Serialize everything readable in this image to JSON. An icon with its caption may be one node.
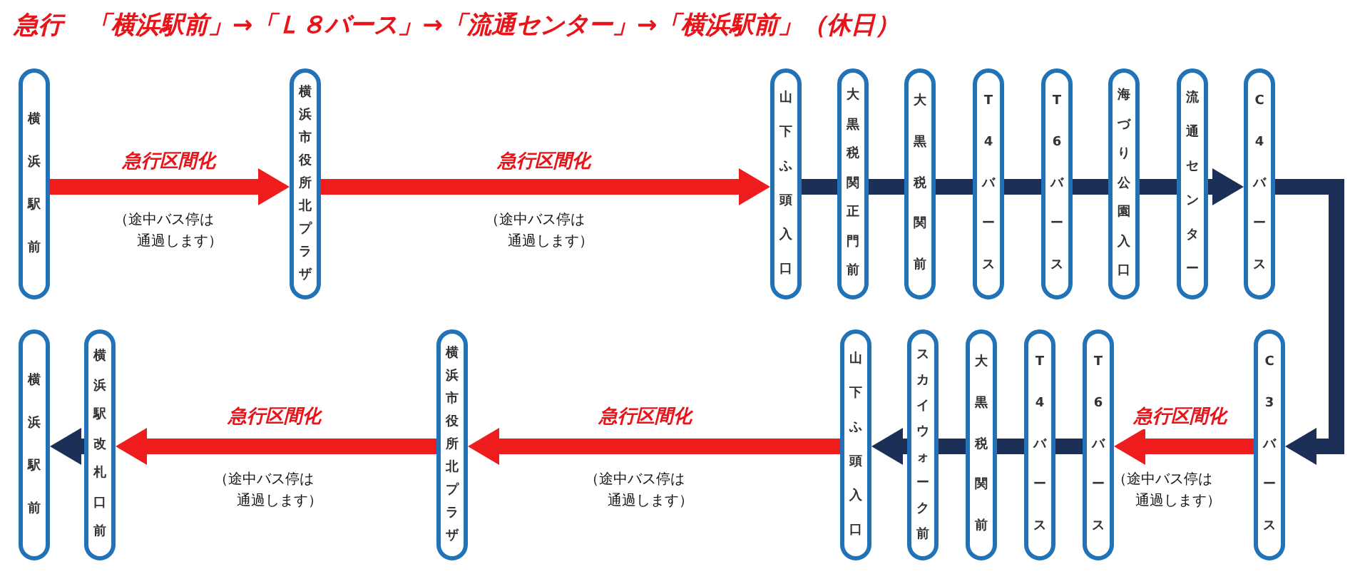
{
  "diagram": {
    "title": "急行　「横浜駅前」→「Ｌ８バース」→「流通センター」→「横浜駅前」（休日）",
    "nodes": [
      {
        "text": [
          "横浜駅前"
        ]
      },
      {
        "text": [
          "横浜市役所北プラザ"
        ]
      },
      {
        "text": [
          "山下ふ頭入口"
        ]
      },
      {
        "text": [
          "大黒税関正門前"
        ]
      },
      {
        "text": [
          "大黒税関前"
        ]
      },
      {
        "text": [
          "T4バース"
        ]
      },
      {
        "text": [
          "T6バース"
        ]
      },
      {
        "text": [
          "海づり公園入口"
        ]
      },
      {
        "text": [
          "流通センター"
        ]
      },
      {
        "text": [
          "C4バース"
        ]
      },
      {
        "text": [
          "横浜駅前"
        ]
      },
      {
        "text": [
          "横浜駅改札口前"
        ]
      },
      {
        "text": [
          "横浜市役所北プラザ"
        ]
      },
      {
        "text": [
          "山下ふ頭入口"
        ]
      },
      {
        "text": [
          "スカイウォーク前"
        ]
      },
      {
        "text": [
          "大黒税関前"
        ]
      },
      {
        "text": [
          "T4バース"
        ]
      },
      {
        "text": [
          "T6バース"
        ]
      },
      {
        "text": [
          "C3バース"
        ]
      }
    ],
    "edges": [
      {
        "from": 0,
        "to": 1,
        "arrow": "to",
        "label": "急行区間化",
        "color": "#ee1c1c"
      },
      {
        "from": 1,
        "to": 2,
        "arrow": "to",
        "label": "急行区間化",
        "color": "#ee1c1c"
      },
      {
        "from": 2,
        "to": 3,
        "arrow": "none"
      },
      {
        "from": 3,
        "to": 4,
        "arrow": "none"
      },
      {
        "from": 4,
        "to": 5,
        "arrow": "none"
      },
      {
        "from": 5,
        "to": 6,
        "arrow": "none"
      },
      {
        "from": 6,
        "to": 7,
        "arrow": "none"
      },
      {
        "from": 7,
        "to": 8,
        "arrow": "none"
      },
      {
        "from": 8,
        "to": 9,
        "arrow": "to"
      },
      {
        "from": 9,
        "to": 18,
        "arrow": "to"
      },
      {
        "from": 18,
        "to": 17,
        "arrow": "to",
        "label": "急行区間化",
        "color": "#ee1c1c"
      },
      {
        "from": 17,
        "to": 16,
        "arrow": "none"
      },
      {
        "from": 16,
        "to": 15,
        "arrow": "none"
      },
      {
        "from": 15,
        "to": 14,
        "arrow": "none"
      },
      {
        "from": 14,
        "to": 13,
        "arrow": "to"
      },
      {
        "from": 13,
        "to": 12,
        "arrow": "to",
        "label": "急行区間化",
        "color": "#ee1c1c"
      },
      {
        "from": 12,
        "to": 11,
        "arrow": "to",
        "label": "急行区間化",
        "color": "#ee1c1c"
      },
      {
        "from": 11,
        "to": 10,
        "arrow": "to"
      }
    ],
    "labels": [
      "（途中バス停は通過します）",
      "（途中バス停は通過します）",
      "（途中バス停は通過します）",
      "（途中バス停は通過します）",
      "（途中バス停は通過します）"
    ]
  }
}
